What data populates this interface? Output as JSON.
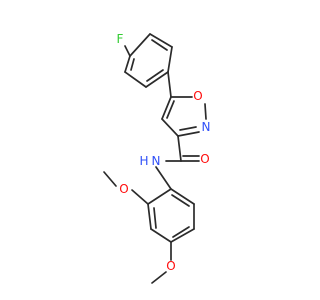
{
  "molecule": {
    "atoms": {
      "F": {
        "text": "F",
        "color": "#33cc33"
      },
      "O_ring": {
        "text": "O",
        "color": "#ff0d0d"
      },
      "N_ring": {
        "text": "N",
        "color": "#3050f8"
      },
      "O_carbonyl": {
        "text": "O",
        "color": "#ff0d0d"
      },
      "NH": {
        "text": "N",
        "color": "#3050f8"
      },
      "NH_h": {
        "text": "H",
        "color": "#3050f8"
      },
      "O_methoxy_1": {
        "text": "O",
        "color": "#ff0d0d"
      },
      "O_methoxy_2": {
        "text": "O",
        "color": "#ff0d0d"
      }
    }
  }
}
